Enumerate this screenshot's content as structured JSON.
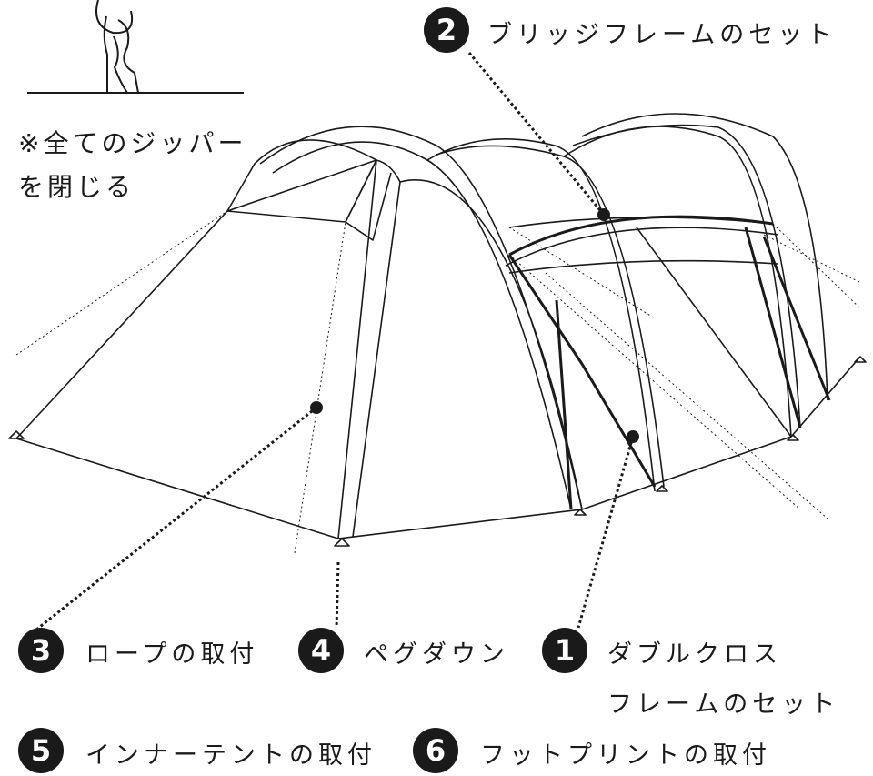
{
  "note": {
    "line1": "※全てのジッパー",
    "line2": "を閉じる"
  },
  "steps": [
    {
      "number": "1",
      "label_line1": "ダブルクロス",
      "label_line2": "フレームのセット"
    },
    {
      "number": "2",
      "label": "ブリッジフレームのセット"
    },
    {
      "number": "3",
      "label": "ロープの取付"
    },
    {
      "number": "4",
      "label": "ペグダウン"
    },
    {
      "number": "5",
      "label": "インナーテントの取付"
    },
    {
      "number": "6",
      "label": "フットプリントの取付"
    }
  ]
}
